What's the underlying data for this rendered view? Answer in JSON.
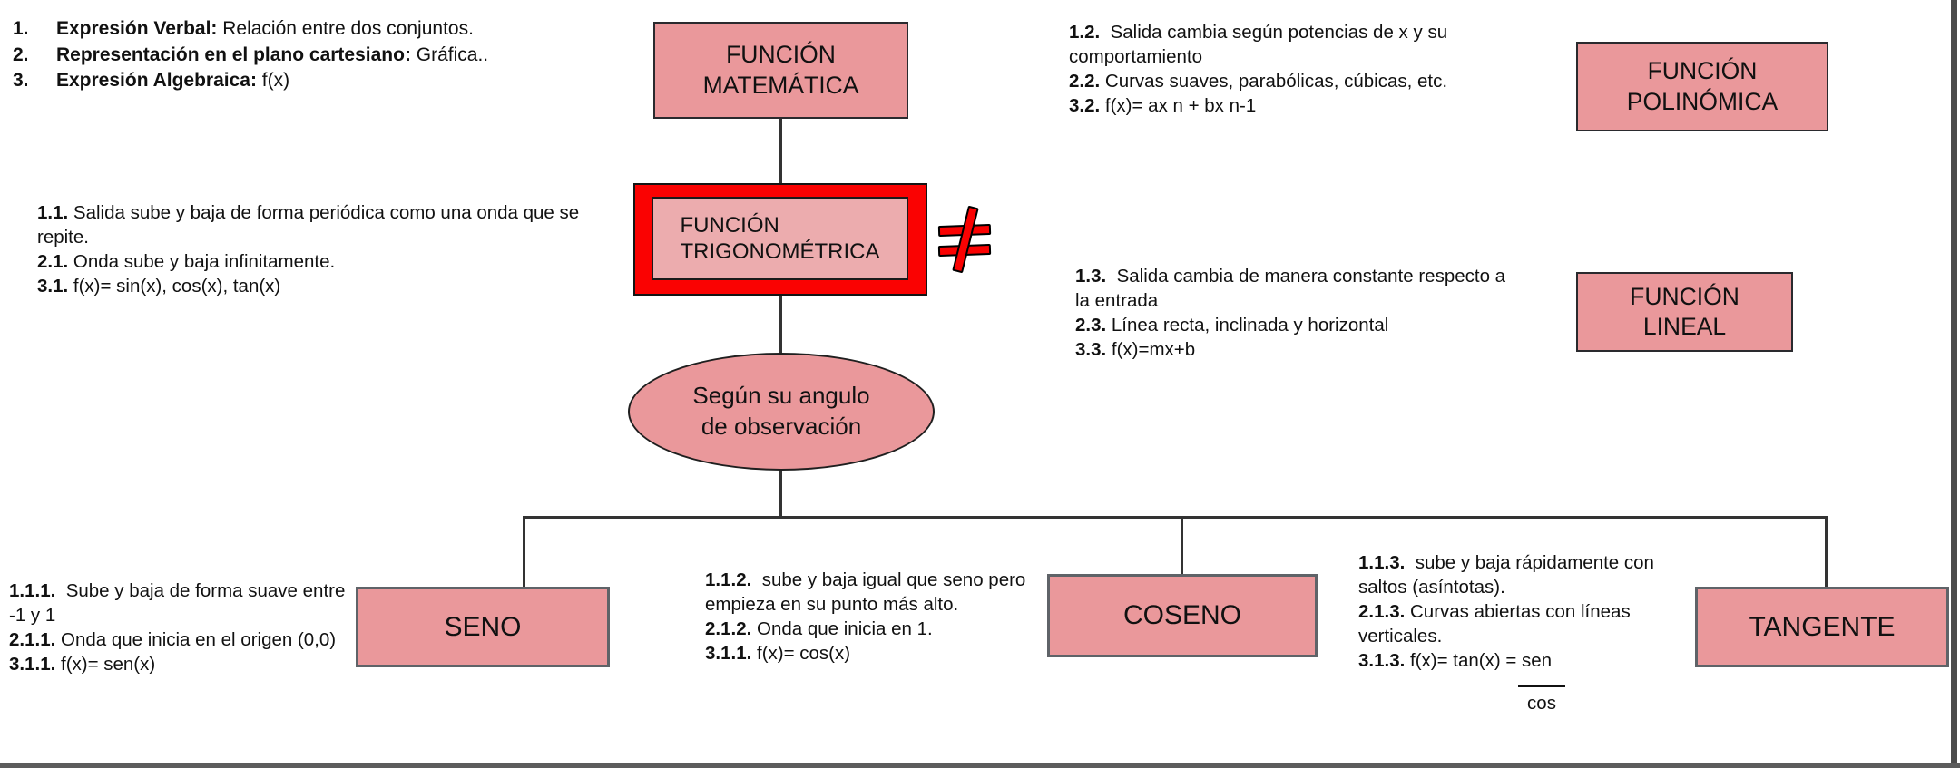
{
  "colors": {
    "pink": "#ea989b",
    "pink_light": "#ecacae",
    "red": "#fa0202",
    "line": "#333333"
  },
  "top_left_list": {
    "items": [
      {
        "num": "1.",
        "bold": "Expresión Verbal:",
        "text": " Relación entre dos conjuntos."
      },
      {
        "num": "2.",
        "bold": "Representación en el plano cartesiano:",
        "text": " Gráfica.."
      },
      {
        "num": "3.",
        "bold": "Expresión Algebraica:",
        "text": " f(x)"
      }
    ]
  },
  "nodes": {
    "matematica": "FUNCIÓN\nMATEMÁTICA",
    "polinomica": "FUNCIÓN\nPOLINÓMICA",
    "trigonometrica": "FUNCIÓN\nTRIGONOMÉTRICA",
    "lineal": "FUNCIÓN\nLINEAL",
    "ellipse": "Según su angulo\nde observación",
    "seno": "SENO",
    "coseno": "COSENO",
    "tangente": "TANGENTE"
  },
  "notes": {
    "n11": [
      {
        "b": "1.1.",
        "t": " Salida sube y baja de forma periódica como una onda que se"
      },
      {
        "b": "",
        "t": "repite."
      },
      {
        "b": "2.1.",
        "t": " Onda sube y baja infinitamente."
      },
      {
        "b": "3.1.",
        "t": " f(x)= sin(x), cos(x), tan(x)"
      }
    ],
    "n12": [
      {
        "b": "1.2.",
        "t": "  Salida cambia según potencias de x y su"
      },
      {
        "b": "",
        "t": "comportamiento"
      },
      {
        "b": "2.2.",
        "t": " Curvas suaves, parabólicas, cúbicas, etc."
      },
      {
        "b": "3.2.",
        "t": " f(x)= ax n + bx n-1"
      }
    ],
    "n13": [
      {
        "b": "1.3.",
        "t": "  Salida cambia de manera constante respecto a"
      },
      {
        "b": "",
        "t": "la entrada"
      },
      {
        "b": "2.3.",
        "t": " Línea recta, inclinada y horizontal"
      },
      {
        "b": "3.3.",
        "t": " f(x)=mx+b"
      }
    ],
    "n111": [
      {
        "b": "1.1.1.",
        "t": "  Sube y baja de forma suave entre"
      },
      {
        "b": "",
        "t": "-1 y 1"
      },
      {
        "b": "2.1.1.",
        "t": " Onda que inicia en el origen (0,0)"
      },
      {
        "b": "3.1.1.",
        "t": " f(x)= sen(x)"
      }
    ],
    "n112": [
      {
        "b": "1.1.2.",
        "t": "  sube y baja igual que seno pero"
      },
      {
        "b": "",
        "t": "empieza en su punto más alto."
      },
      {
        "b": "2.1.2.",
        "t": " Onda que inicia en 1."
      },
      {
        "b": "3.1.1.",
        "t": " f(x)= cos(x)"
      }
    ],
    "n113": [
      {
        "b": "1.1.3.",
        "t": "  sube y baja rápidamente con"
      },
      {
        "b": "",
        "t": "saltos (asíntotas)."
      },
      {
        "b": "2.1.3.",
        "t": " Curvas abiertas con líneas"
      },
      {
        "b": "",
        "t": "verticales."
      },
      {
        "b": "3.1.3.",
        "t": " f(x)= tan(x) = sen"
      }
    ]
  },
  "fraction": {
    "den": "cos"
  },
  "symbols": {
    "not_equal": "≠"
  }
}
